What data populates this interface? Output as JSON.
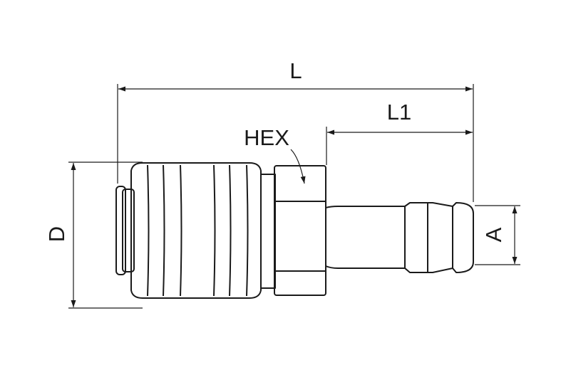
{
  "labels": {
    "overall_length": "L",
    "barb_length": "L1",
    "hex": "HEX",
    "diameter": "D",
    "barb_diameter": "A"
  },
  "colors": {
    "line": "#1a1a1a",
    "background": "#ffffff"
  }
}
